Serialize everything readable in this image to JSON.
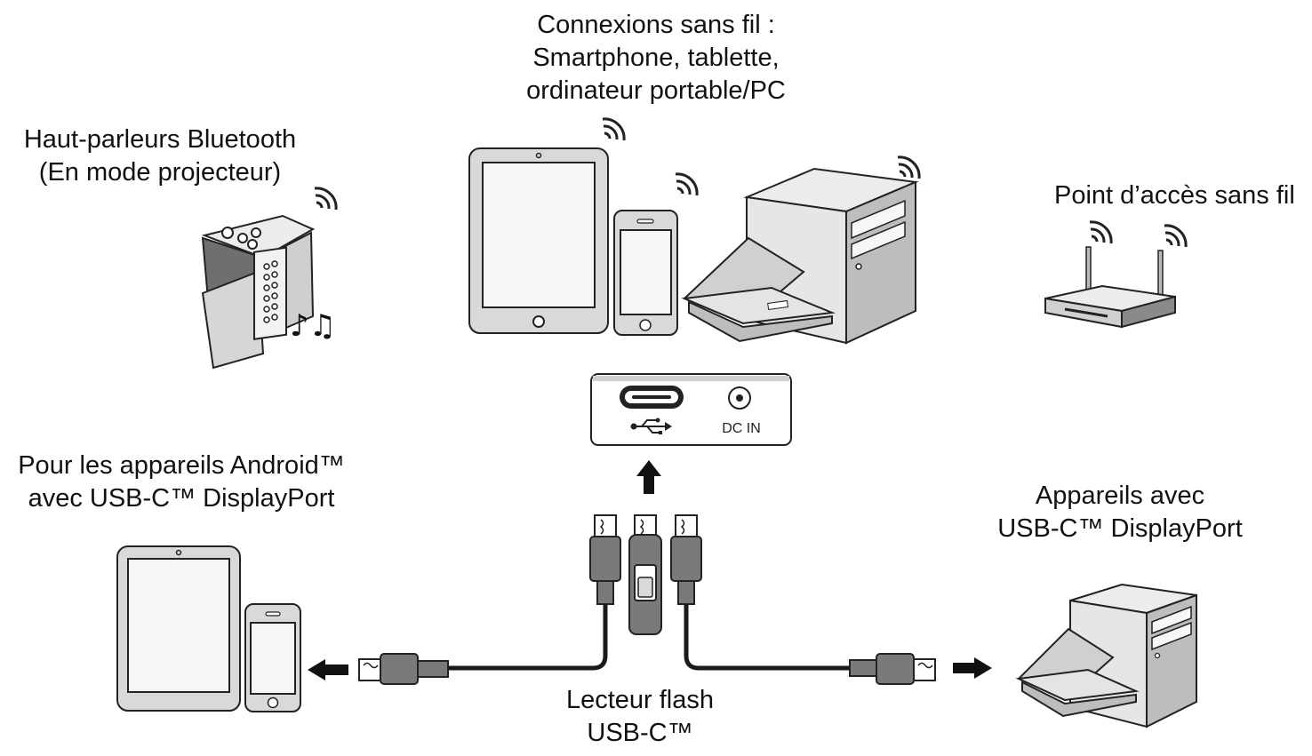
{
  "labels": {
    "wireless": [
      "Connexions sans fil :",
      "Smartphone, tablette,",
      "ordinateur portable/PC"
    ],
    "speaker": [
      "Haut-parleurs Bluetooth",
      "(En mode projecteur)"
    ],
    "access_point": "Point d’accès sans fil",
    "android": [
      "Pour les appareils Android™",
      "avec USB-C™ DisplayPort"
    ],
    "usbc_devices": [
      "Appareils avec",
      "USB-C™ DisplayPort"
    ],
    "flash": [
      "Lecteur flash",
      "USB-C™"
    ]
  },
  "port_panel": {
    "dc_in_label": "DC IN"
  },
  "icons": [
    "wifi-signal-icon",
    "music-notes-icon",
    "usb-symbol-icon",
    "arrow-icon"
  ],
  "colors": {
    "line": "#222222",
    "device_gray": "#d9d9d9",
    "dark_gray": "#7a7a7a",
    "cable_black": "#1a1a1a"
  }
}
